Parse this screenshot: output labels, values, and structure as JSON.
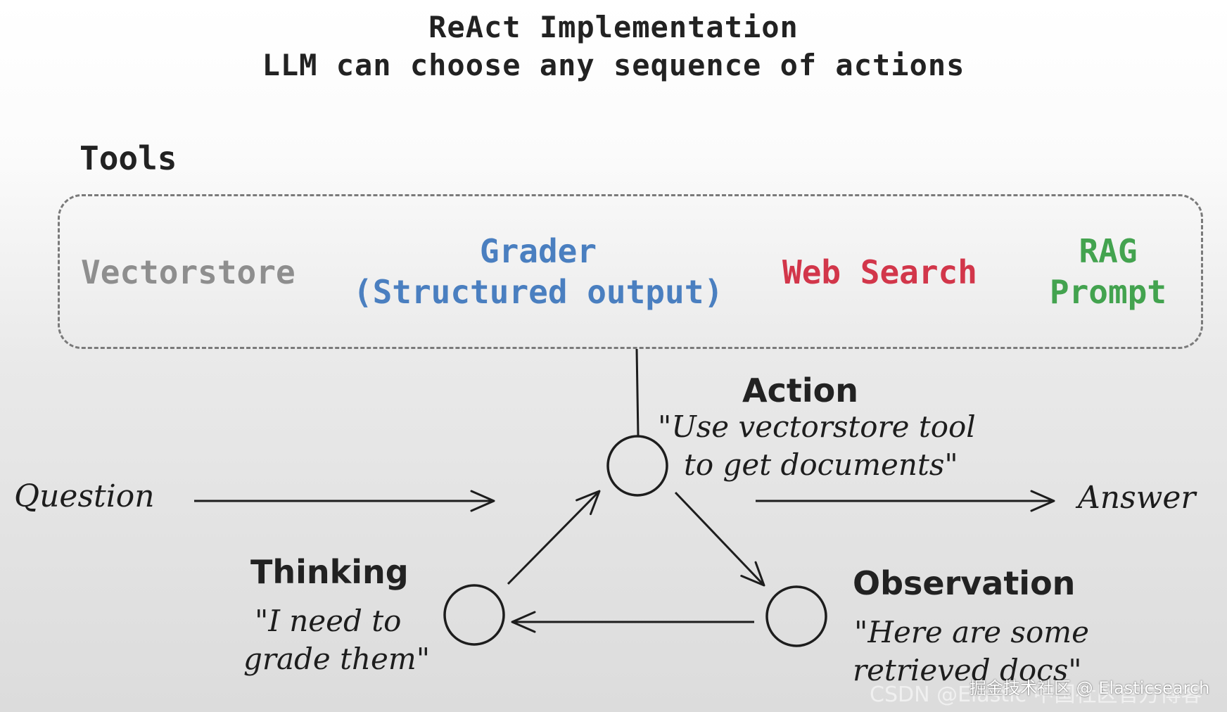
{
  "title": {
    "line1": "ReAct Implementation",
    "line2": "LLM can choose any sequence of actions"
  },
  "tools": {
    "label": "Tools",
    "items": [
      {
        "line1": "Vectorstore",
        "line2": "",
        "color": "#8e8e8e"
      },
      {
        "line1": "Grader",
        "line2": "(Structured output)",
        "color": "#4a7fc0"
      },
      {
        "line1": "Web Search",
        "line2": "",
        "color": "#d2364a"
      },
      {
        "line1": "RAG",
        "line2": "Prompt",
        "color": "#43a34f"
      }
    ]
  },
  "flow": {
    "input": "Question",
    "output": "Answer",
    "nodes": {
      "action": {
        "title": "Action",
        "quote_line1": "\"Use vectorstore tool",
        "quote_line2": "to get documents\""
      },
      "thinking": {
        "title": "Thinking",
        "quote_line1": "\"I need to",
        "quote_line2": "grade them\""
      },
      "observation": {
        "title": "Observation",
        "quote_line1": "\"Here are some",
        "quote_line2": "retrieved docs\""
      }
    }
  },
  "watermarks": {
    "top": "掘金技术社区 @ Elasticsearch",
    "bottom": "CSDN @Elastic 中国社区官方博客"
  }
}
